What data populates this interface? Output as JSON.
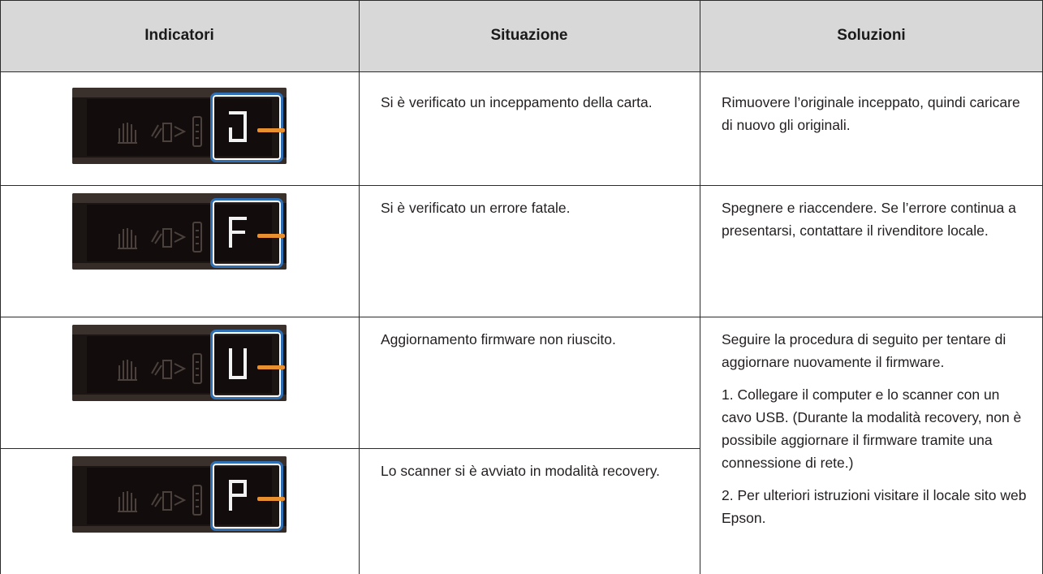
{
  "header": {
    "col1": "Indicatori",
    "col2": "Situazione",
    "col3": "Soluzioni"
  },
  "rows": [
    {
      "digit": "J",
      "situation": "Si è verificato un inceppamento della carta.",
      "solution": [
        "Rimuovere l’originale inceppato, quindi caricare di nuovo gli originali."
      ]
    },
    {
      "digit": "F",
      "situation": "Si è verificato un errore fatale.",
      "solution": [
        "Spegnere e riaccendere. Se l’errore continua a presentarsi, contattare il rivenditore locale."
      ]
    },
    {
      "digit": "U",
      "situation": "Aggiornamento firmware non riuscito.",
      "solution": []
    },
    {
      "digit": "P",
      "situation": "Lo scanner si è avviato in modalità recovery.",
      "solution": []
    }
  ],
  "shared_solution": [
    "Seguire la procedura di seguito per tentare di aggiornare nuovamente il firmware.",
    "1. Collegare il computer e lo scanner con un cavo USB. (Durante la modalità recovery, non è possibile aggiornare il firmware tramite una connessione di rete.)",
    "2. Per ulteriori istruzioni visitare il locale sito web Epson."
  ],
  "colors": {
    "header_bg": "#d8d8d8",
    "highlight": "#2f6fb4",
    "led_orange": "#e8902f"
  }
}
